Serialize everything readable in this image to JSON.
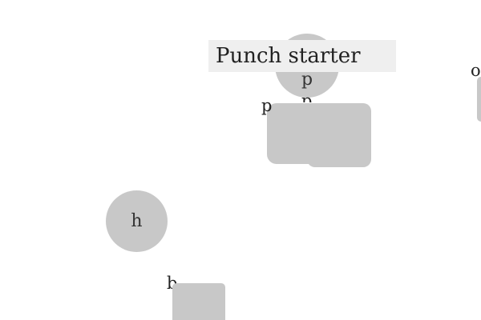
{
  "title": "Punch starter",
  "nodes": {
    "top_circle_label": "p",
    "card_left_label": "p",
    "card_right_label": "p",
    "left_circle_label": "h",
    "bottom_square_label": "b",
    "edge_label": "o"
  },
  "colors": {
    "shape_fill": "#c8c8c8",
    "title_bg": "#efefef",
    "background": "#ffffff"
  }
}
